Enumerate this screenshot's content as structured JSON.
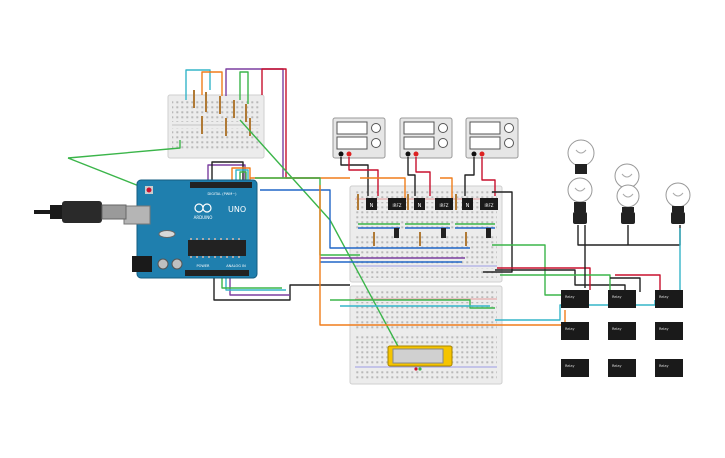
{
  "canvas": {
    "background": "#ffffff"
  },
  "arduino": {
    "brand_label": "ARDUINO",
    "model_label": "UNO",
    "digital_label": "DIGITAL (PWM~)",
    "power_label": "POWER",
    "analog_label": "ANALOG IN",
    "board_color": "#1f7fae",
    "usb_icon": "usb-connector-icon"
  },
  "power_supplies": {
    "count": 3,
    "icon": "power-supply-icon"
  },
  "bulbs": {
    "count": 5,
    "icon": "light-bulb-icon"
  },
  "relays": {
    "label": "Relay",
    "count": 9
  },
  "transistors": {
    "labels": [
      "N",
      "N",
      "N"
    ]
  },
  "mosfets": {
    "labels": [
      "IRFZ",
      "IRFZ",
      "IRFZ"
    ]
  },
  "lcd": {
    "color": "#f5c400"
  },
  "wire_colors": {
    "green": "#3bb54a",
    "orange": "#f07d1b",
    "red": "#c8102e",
    "purple": "#7b3fa0",
    "cyan": "#35b5c9",
    "black": "#222222",
    "blue": "#2166c7"
  }
}
